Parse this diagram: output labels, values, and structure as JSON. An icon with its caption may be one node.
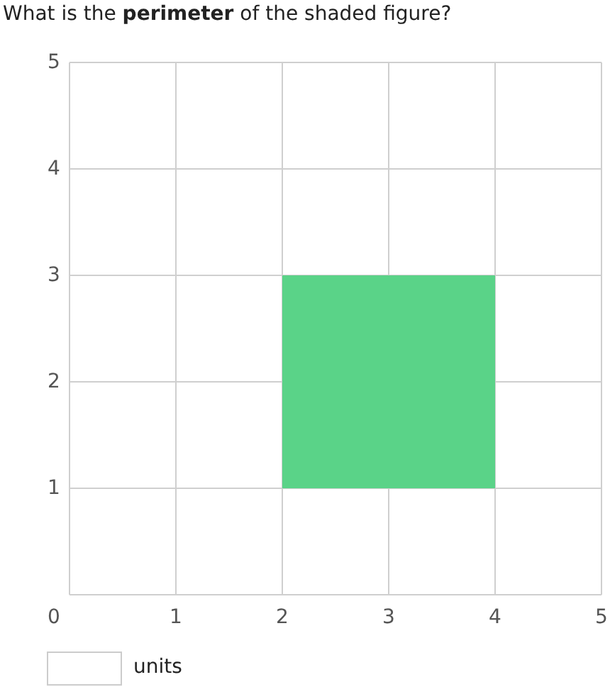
{
  "diagram": {
    "title": "What is the **perimeter** of the shaded figure?",
    "labels": [
      "5",
      "4",
      "3",
      "2",
      "1",
      "0",
      "1",
      "2",
      "3",
      "4",
      "5",
      "units"
    ]
  }
}
